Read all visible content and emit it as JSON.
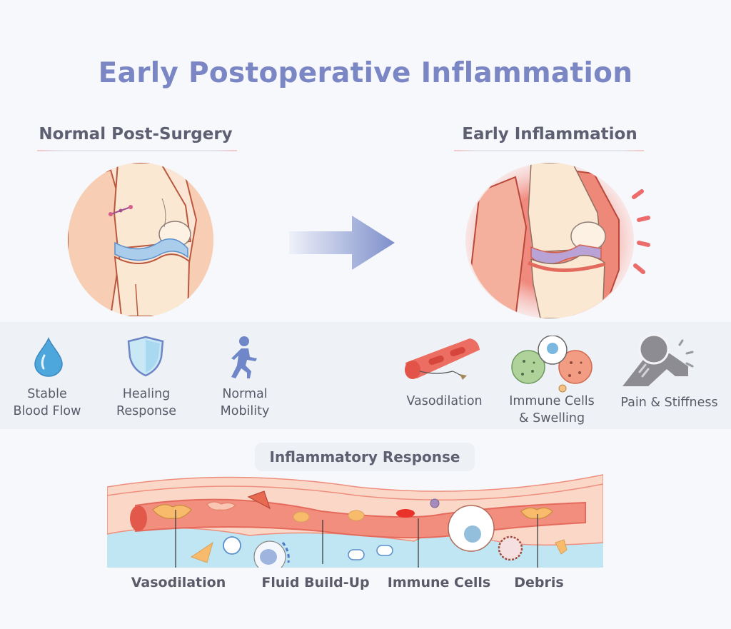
{
  "title": "Early Postoperative Inflammation",
  "left_panel": {
    "heading": "Normal Post-Surgery",
    "features": [
      {
        "icon": "water-drop-icon",
        "label_line1": "Stable",
        "label_line2": "Blood Flow"
      },
      {
        "icon": "shield-icon",
        "label_line1": "Healing",
        "label_line2": "Response"
      },
      {
        "icon": "walking-person-icon",
        "label_line1": "Normal",
        "label_line2": "Mobility"
      }
    ]
  },
  "transition_icon": "arrow-right-icon",
  "right_panel": {
    "heading": "Early Inflammation",
    "features": [
      {
        "icon": "blood-vessel-icon",
        "label_line1": "Vasodilation",
        "label_line2": ""
      },
      {
        "icon": "immune-cells-icon",
        "label_line1": "Immune Cells",
        "label_line2": "& Swelling"
      },
      {
        "icon": "painful-joint-icon",
        "label_line1": "Pain & Stiffness",
        "label_line2": ""
      }
    ]
  },
  "response_section": {
    "heading": "Inflammatory Response",
    "labels": [
      "Vasodilation",
      "Fluid Build-Up",
      "Immune Cells",
      "Debris"
    ]
  },
  "colors": {
    "title": "#7b86c4",
    "heading_text": "#5f5f72",
    "inflamed_red": "#e8685e",
    "fluid_blue": "#bfe6f2",
    "band_bg": "#eef1f6"
  }
}
